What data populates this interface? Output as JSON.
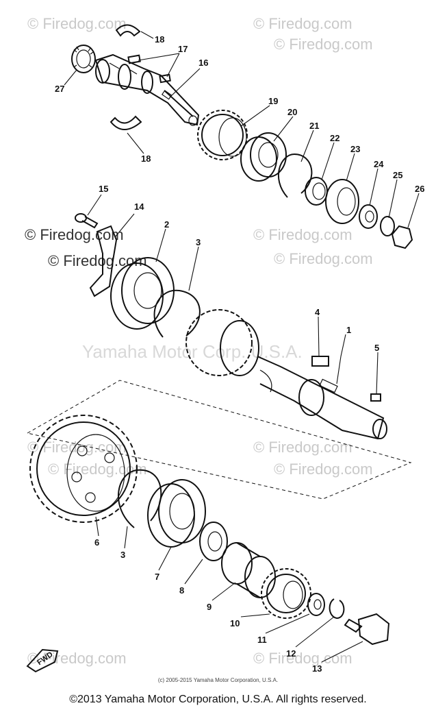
{
  "watermarks": {
    "firedog": "© Firedog.com",
    "firedog_dark": "© Firedog.com",
    "yamaha": "Yamaha Motor Corp. U.S.A."
  },
  "callouts": [
    "1",
    "2",
    "3",
    "4",
    "5",
    "6",
    "3",
    "7",
    "8",
    "9",
    "10",
    "11",
    "12",
    "13",
    "14",
    "15",
    "16",
    "17",
    "18",
    "18",
    "19",
    "20",
    "21",
    "22",
    "23",
    "24",
    "25",
    "26",
    "27"
  ],
  "fwd_label": "FWD",
  "small_copyright": "(c) 2005-2015 Yamaha Motor Corporation, U.S.A.",
  "footer": "©2013 Yamaha Motor Corporation, U.S.A. All rights reserved."
}
